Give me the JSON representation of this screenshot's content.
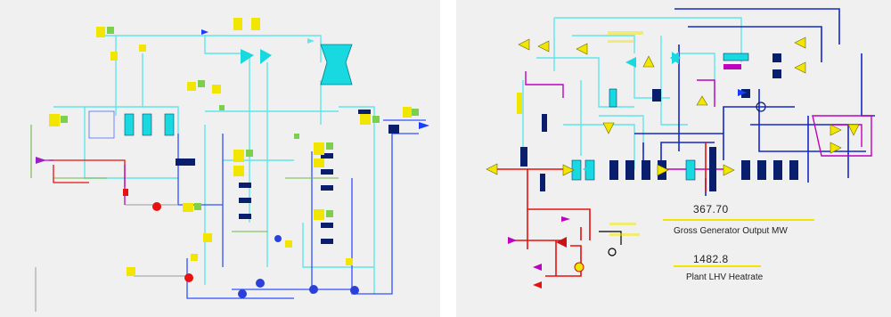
{
  "colors": {
    "background": "#f0f0f0",
    "water": "#5ee6ee",
    "steam_hp": "#0a1ec8",
    "steam_lp": "#1a3cff",
    "hot_gas": "#e81010",
    "reheat": "#c000c0",
    "component_yellow": "#f2e600",
    "component_cyan": "#18d8e0",
    "component_dark": "#0a1e6e",
    "label_bg": "#7cd04c"
  },
  "right_panel": {
    "readouts": [
      {
        "value": "367.70",
        "label": "Gross Generator Output MW"
      },
      {
        "value": "1482.8",
        "label": "Plant LHV Heatrate"
      }
    ]
  }
}
